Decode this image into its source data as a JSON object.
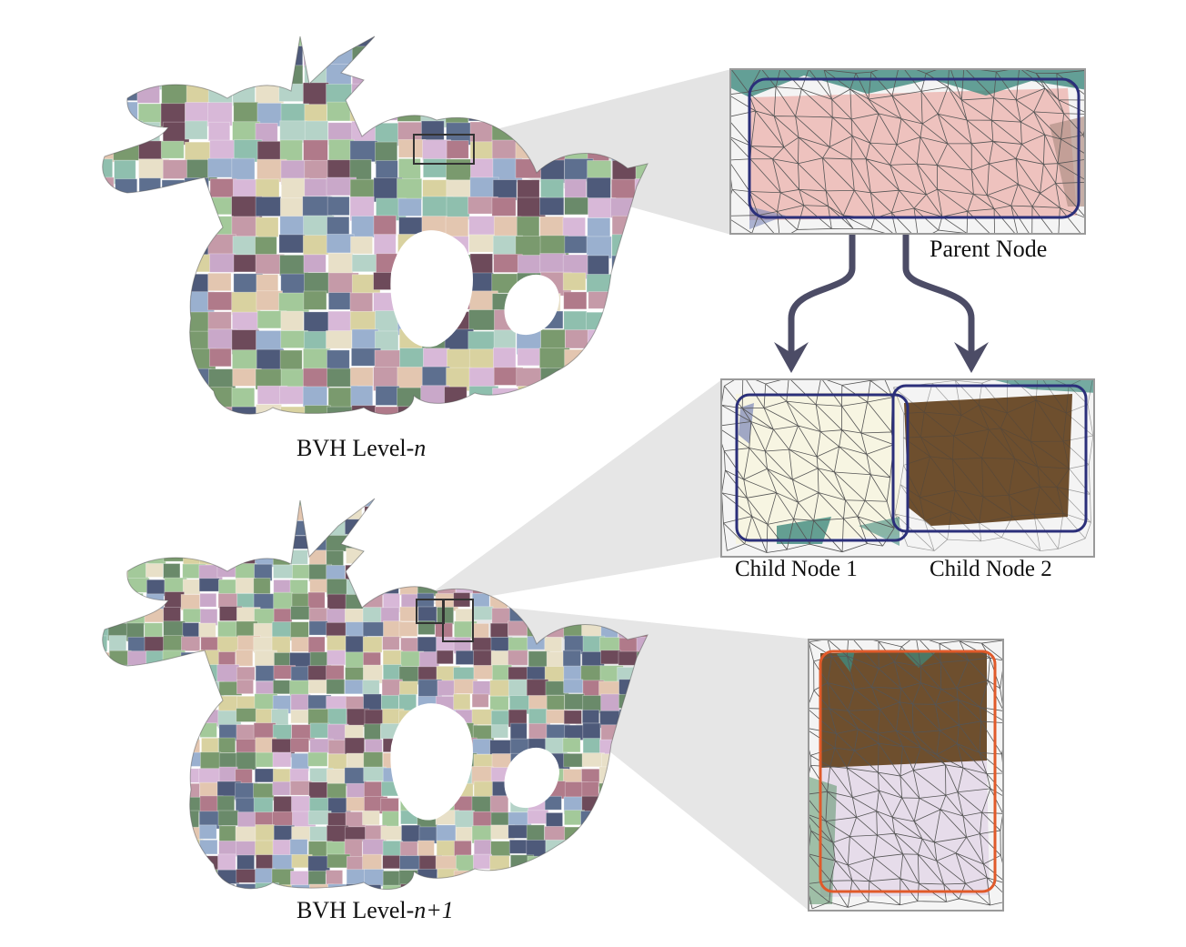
{
  "labels": {
    "level_n_prefix": "BVH Level-",
    "level_n_var": "n",
    "level_n1_prefix": "BVH Level-",
    "level_n1_var": "n+1",
    "parent_node": "Parent Node",
    "child_node_1": "Child Node 1",
    "child_node_2": "Child Node 2"
  },
  "colors": {
    "node_bounds": "#2b2f7a",
    "highlight_bounds": "#e05a2a",
    "arrow": "#4c4c66",
    "callout": "#e2e2e2",
    "parent_fill": "#eec2be",
    "child1_fill": "#f7f5e2",
    "child2_fill": "#6e4f2e",
    "lower_fill": "#e6dcea",
    "teal": "#3f8a7e"
  }
}
